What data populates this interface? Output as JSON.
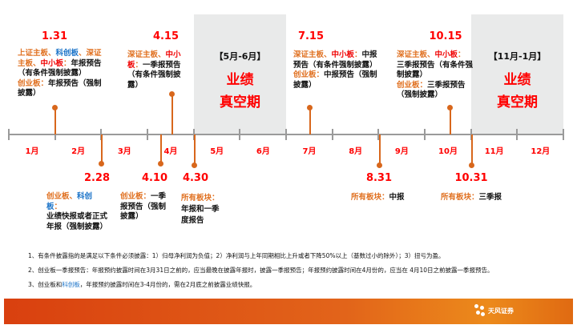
{
  "colors": {
    "orange": "#e07020",
    "blue": "#1a73c8",
    "red": "#f00000",
    "black": "#111111",
    "accent": "#d8671c"
  },
  "months": [
    "1月",
    "2月",
    "3月",
    "4月",
    "5月",
    "6月",
    "7月",
    "8月",
    "9月",
    "10月",
    "11月",
    "12月"
  ],
  "periods": [
    {
      "bracket": "【5月-6月】",
      "line1": "业绩",
      "line2": "真空期"
    },
    {
      "bracket": "【11月-1月】",
      "line1": "业绩",
      "line2": "真空期"
    }
  ],
  "events_top": [
    {
      "date": "1.31",
      "segments": [
        {
          "t": "上证主板、",
          "c": "orange"
        },
        {
          "t": "科创板",
          "c": "blue"
        },
        {
          "t": "、深证主板、",
          "c": "orange"
        },
        {
          "t": "中小板",
          "c": "red"
        },
        {
          "t": "：",
          "c": "orange"
        },
        {
          "t": "年报预告（有条件强制披露）",
          "c": "black"
        },
        {
          "t": "\n"
        },
        {
          "t": "创业板：",
          "c": "orange"
        },
        {
          "t": "年报预告（强制披露）",
          "c": "black"
        }
      ]
    },
    {
      "date": "4.15",
      "segments": [
        {
          "t": "深证主板、",
          "c": "orange"
        },
        {
          "t": "中小板",
          "c": "red"
        },
        {
          "t": "：",
          "c": "orange"
        },
        {
          "t": "一季报预告（有条件强制披露）",
          "c": "black"
        }
      ]
    },
    {
      "date": "7.15",
      "segments": [
        {
          "t": "深证主板、",
          "c": "orange"
        },
        {
          "t": "中小板",
          "c": "red"
        },
        {
          "t": "：",
          "c": "orange"
        },
        {
          "t": "中报预告（有条件强制披露）",
          "c": "black"
        },
        {
          "t": "\n"
        },
        {
          "t": "创业板：",
          "c": "orange"
        },
        {
          "t": "中报预告（强制披露）",
          "c": "black"
        }
      ]
    },
    {
      "date": "10.15",
      "segments": [
        {
          "t": "深证主板、",
          "c": "orange"
        },
        {
          "t": "中小板",
          "c": "red"
        },
        {
          "t": "：",
          "c": "orange"
        },
        {
          "t": "三季报预告（有条件强制披露）",
          "c": "black"
        },
        {
          "t": "\n"
        },
        {
          "t": "创业板：",
          "c": "orange"
        },
        {
          "t": "三季报预告（强制披露）",
          "c": "black"
        }
      ]
    }
  ],
  "events_bottom": [
    {
      "date": "2.28",
      "segments": [
        {
          "t": "创业板、",
          "c": "orange"
        },
        {
          "t": "科创板",
          "c": "blue"
        },
        {
          "t": "：",
          "c": "orange"
        },
        {
          "t": "\n"
        },
        {
          "t": "业绩快报或者正式年报（强制披露）",
          "c": "black"
        }
      ]
    },
    {
      "date": "4.10",
      "segments": [
        {
          "t": "创业板：",
          "c": "orange"
        },
        {
          "t": "一季报预告（强制披露）",
          "c": "black"
        }
      ]
    },
    {
      "date": "4.30",
      "segments": [
        {
          "t": "所有板块：",
          "c": "orange"
        },
        {
          "t": "\n"
        },
        {
          "t": "年报和一季度报告",
          "c": "black"
        }
      ]
    },
    {
      "date": "8.31",
      "segments": [
        {
          "t": "所有板块：",
          "c": "orange"
        },
        {
          "t": "中报",
          "c": "black"
        }
      ]
    },
    {
      "date": "10.31",
      "segments": [
        {
          "t": "所有板块：",
          "c": "orange"
        },
        {
          "t": "三季报",
          "c": "black"
        }
      ]
    }
  ],
  "notes": [
    [
      {
        "t": "1、有条件披露指的是满足以下条件必须披露：1）归母净利润为负值；2）净利润与上年同期相比上升或者下降50%以上（基数过小的除外）；3）扭亏为盈。",
        "c": "black"
      }
    ],
    [
      {
        "t": "2、创业板一季报预告：年报预约披露时间在3月31日之前的，应当最晚在披露年报时，披露一季报预告；年报预约披露时间在4月份的，应当在 4月10日之前披露一季报预告。",
        "c": "black"
      }
    ],
    [
      {
        "t": "3、创业板和",
        "c": "black"
      },
      {
        "t": "科创板",
        "c": "blue"
      },
      {
        "t": "，年报预约披露时间在3-4月份的，需在2月底之前披露业绩快报。",
        "c": "black"
      }
    ]
  ],
  "footer": {
    "logo_text": "天风证券"
  }
}
